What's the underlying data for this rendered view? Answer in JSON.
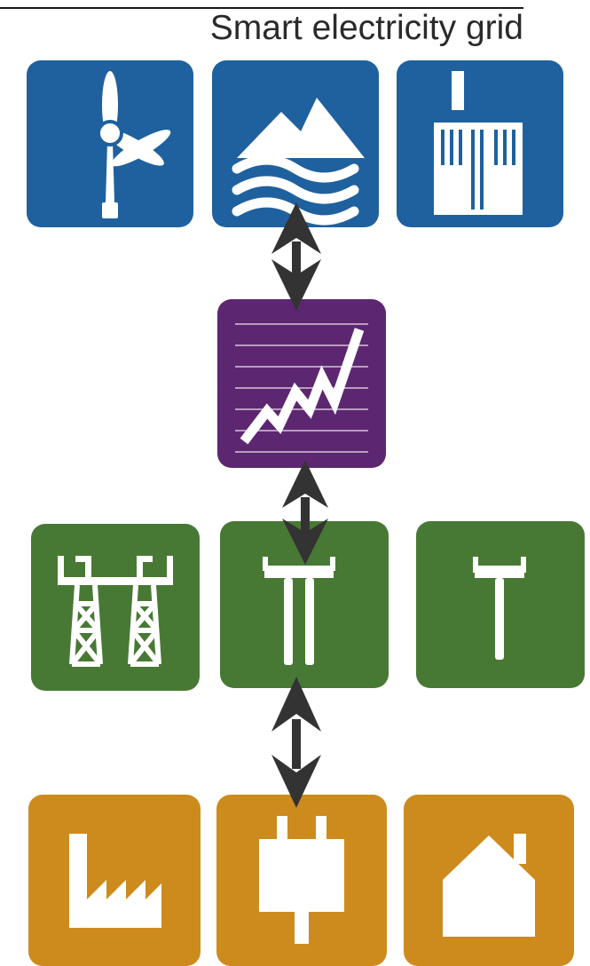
{
  "title": "Smart electricity grid",
  "colors": {
    "generation": "#1f619e",
    "market": "#5d2670",
    "network": "#487934",
    "consumption": "#cd8b1e",
    "arrow": "#333333",
    "icon": "#ffffff"
  },
  "rows": [
    {
      "group": "generation",
      "tiles": [
        "wind-turbine-icon",
        "hydro-icon",
        "power-plant-icon"
      ]
    },
    {
      "group": "market",
      "tiles": [
        "market-chart-icon"
      ]
    },
    {
      "group": "network",
      "tiles": [
        "transmission-tower-icon",
        "distribution-pole-icon",
        "single-pole-icon"
      ]
    },
    {
      "group": "consumption",
      "tiles": [
        "factory-icon",
        "plug-icon",
        "house-icon"
      ]
    }
  ],
  "connectors": [
    "double-arrow",
    "double-arrow",
    "double-arrow"
  ]
}
